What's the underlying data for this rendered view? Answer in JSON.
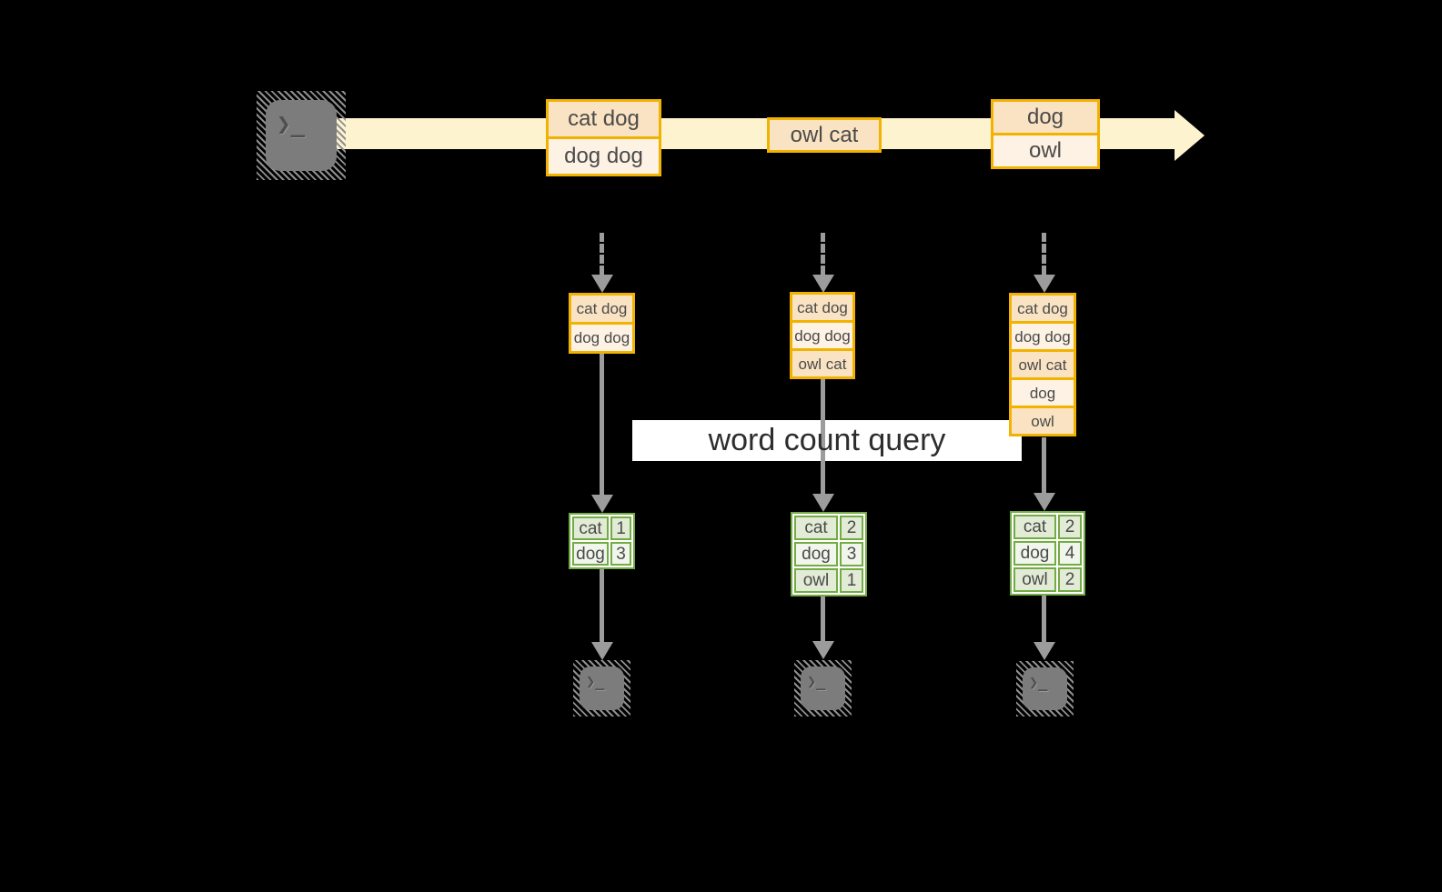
{
  "banner": {
    "label": "word count query"
  },
  "stream_events": [
    {
      "cells": [
        "cat dog",
        "dog dog"
      ]
    },
    {
      "cells": [
        "owl cat"
      ]
    },
    {
      "cells": [
        "dog",
        "owl"
      ]
    }
  ],
  "state_snapshots": [
    {
      "cells": [
        "cat dog",
        "dog dog"
      ]
    },
    {
      "cells": [
        "cat dog",
        "dog dog",
        "owl cat"
      ]
    },
    {
      "cells": [
        "cat dog",
        "dog dog",
        "owl cat",
        "dog",
        "owl"
      ]
    }
  ],
  "result_tables": [
    {
      "rows": [
        {
          "word": "cat",
          "count": "1"
        },
        {
          "word": "dog",
          "count": "3"
        }
      ]
    },
    {
      "rows": [
        {
          "word": "cat",
          "count": "2"
        },
        {
          "word": "dog",
          "count": "3"
        },
        {
          "word": "owl",
          "count": "1"
        }
      ]
    },
    {
      "rows": [
        {
          "word": "cat",
          "count": "2"
        },
        {
          "word": "dog",
          "count": "4"
        },
        {
          "word": "owl",
          "count": "2"
        }
      ]
    }
  ],
  "icons": {
    "terminal_glyph": "❯_"
  },
  "colors": {
    "amber_border": "#f1b300",
    "cell_peach": "#fae3c3",
    "cell_cream": "#fdf2e4",
    "stream_band": "#fdf3cf",
    "green_border": "#73ab44",
    "green_row_dark": "#e2ebd6",
    "green_row_light": "#f1f6ec",
    "arrow_gray": "#9c9c9c",
    "terminal_gray": "#7c7c7c",
    "text_dark": "#4a4a4a",
    "banner_bg": "#ffffff",
    "banner_text": "#2d2d2d"
  }
}
